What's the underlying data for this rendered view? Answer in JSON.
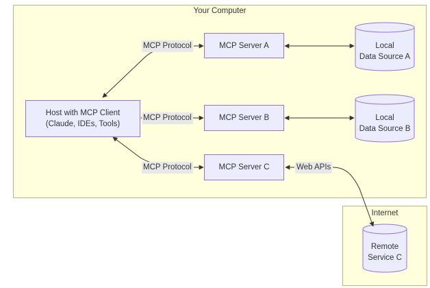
{
  "groups": {
    "computer": {
      "title": "Your Computer"
    },
    "internet": {
      "title": "Internet"
    }
  },
  "nodes": {
    "host": {
      "label": "Host with MCP Client\n(Claude, IDEs, Tools)"
    },
    "server_a": {
      "label": "MCP Server A"
    },
    "server_b": {
      "label": "MCP Server B"
    },
    "server_c": {
      "label": "MCP Server C"
    },
    "data_a": {
      "label": "Local\nData Source A"
    },
    "data_b": {
      "label": "Local\nData Source B"
    },
    "remote_c": {
      "label": "Remote\nService C"
    }
  },
  "edges": {
    "a_label": "MCP Protocol",
    "b_label": "MCP Protocol",
    "c_label": "MCP Protocol",
    "web_label": "Web APIs"
  },
  "colors": {
    "group_fill": "#ffffde",
    "group_border": "#b8b884",
    "node_fill": "#ececff",
    "node_border": "#9370db",
    "edge": "#333333",
    "edge_label_bg": "#e8e8e8"
  }
}
